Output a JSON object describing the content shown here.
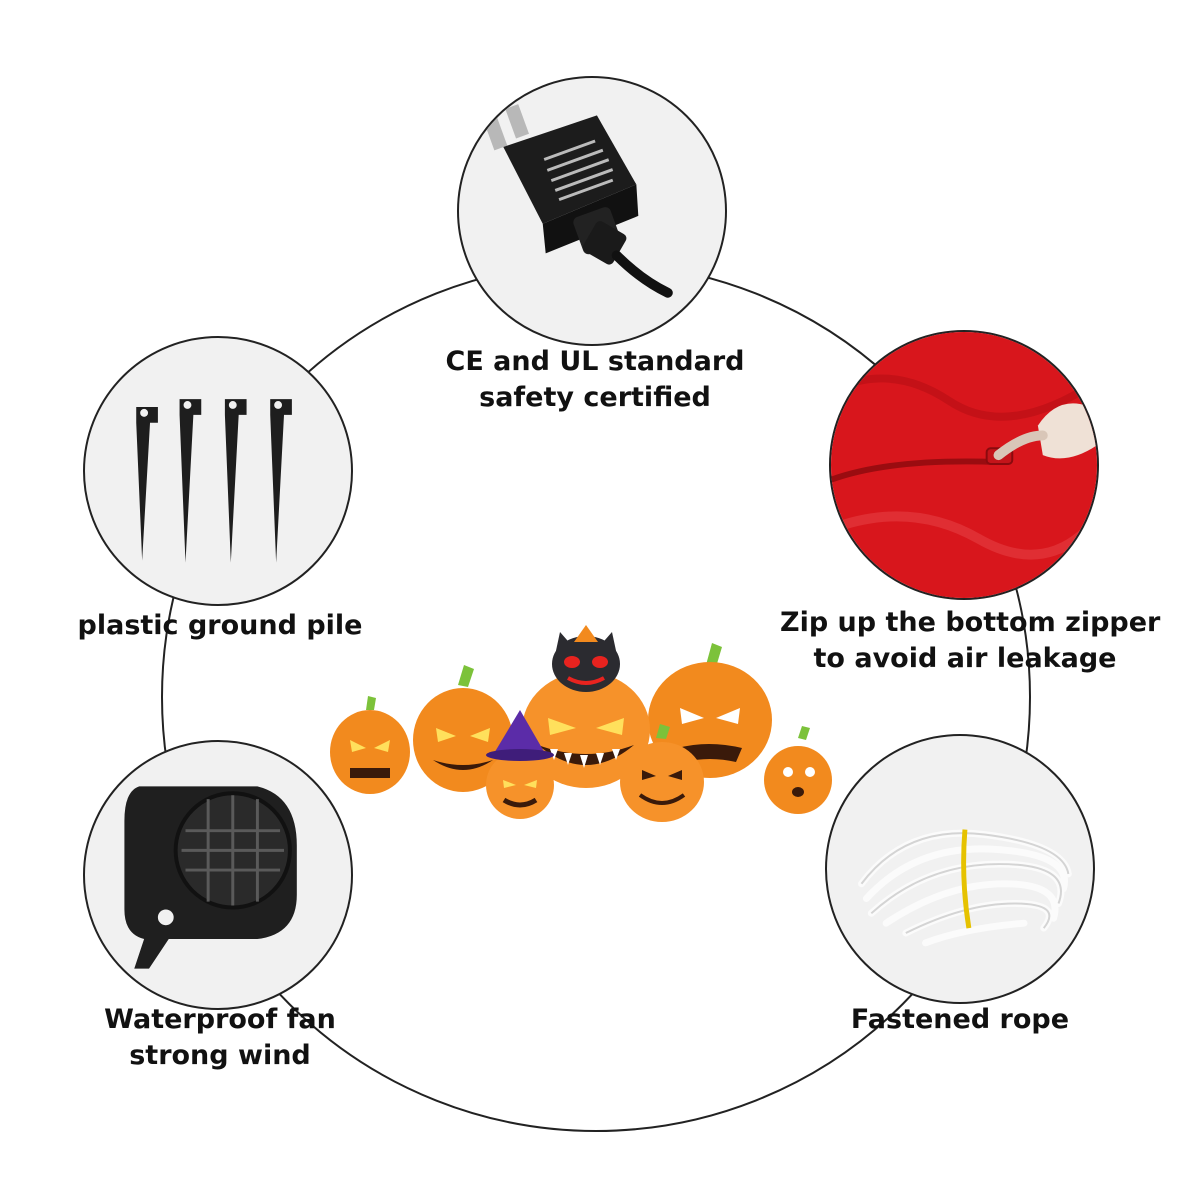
{
  "features": {
    "adapter": {
      "line1": "CE and UL standard",
      "line2": "safety certified",
      "icon": "power-adapter"
    },
    "stakes": {
      "line1": "plastic ground pile",
      "icon": "ground-stakes"
    },
    "zipper": {
      "line1": "Zip up the bottom zipper",
      "line2": "to avoid air leakage",
      "icon": "zipper"
    },
    "fan": {
      "line1": "Waterproof fan",
      "line2": "strong wind",
      "icon": "blower-fan"
    },
    "rope": {
      "line1": "Fastened rope",
      "icon": "rope-coil"
    }
  },
  "colors": {
    "pumpkin": "#f28a1e",
    "stem": "#7cc23a",
    "cat": "#2b2b30",
    "fabric": "#d8161c",
    "plastic": "#1e1e1e"
  }
}
